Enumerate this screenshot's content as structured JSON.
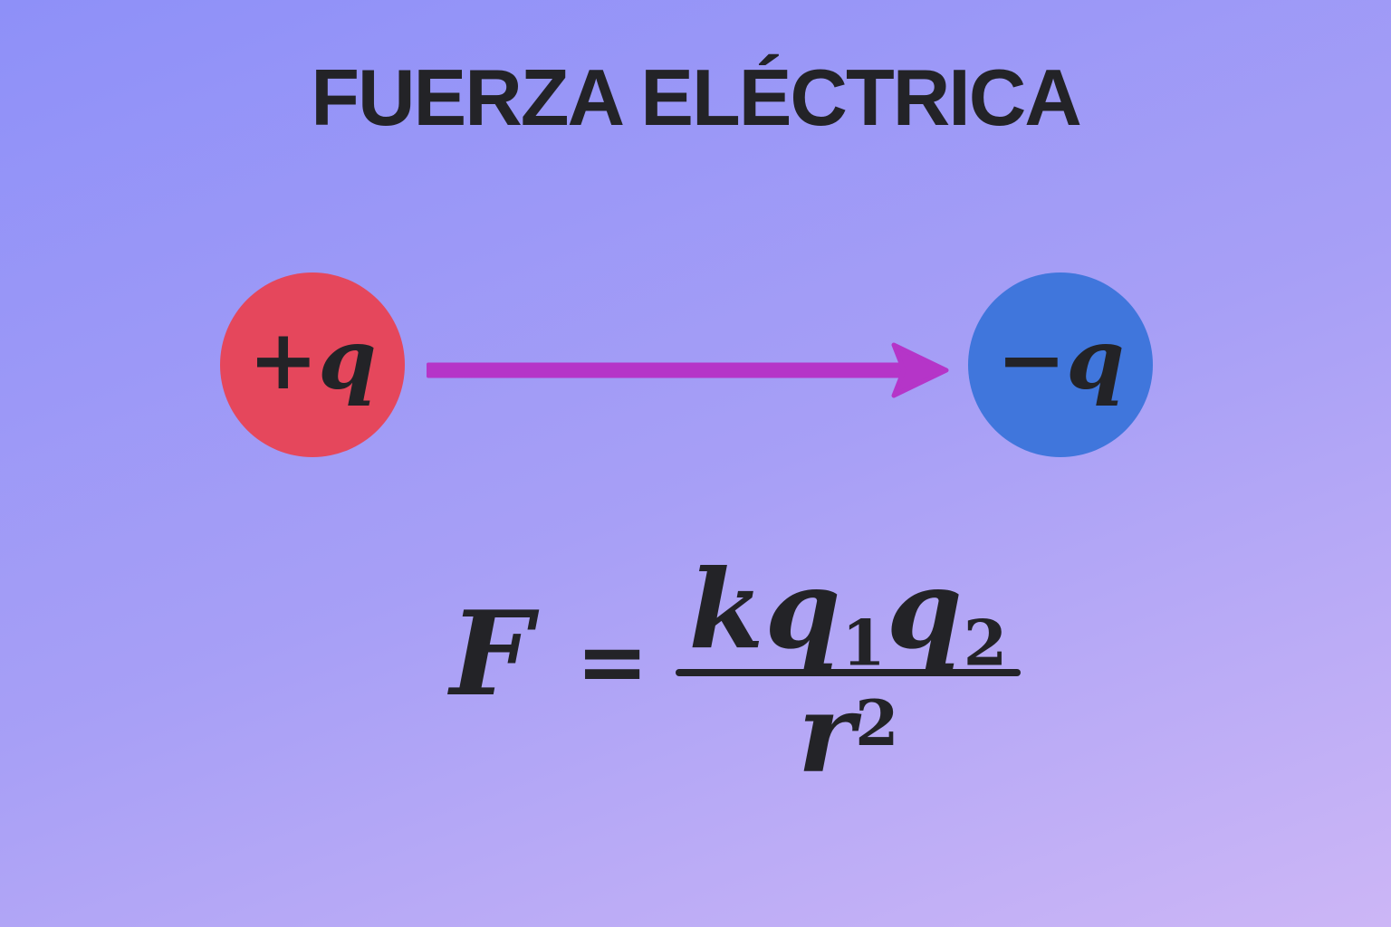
{
  "title": "FUERZA ELÉCTRICA",
  "diagram": {
    "positive_charge_label": "+q",
    "negative_charge_label": "−q",
    "arrow_direction": "left-to-right"
  },
  "formula": {
    "lhs": "F",
    "relation": "=",
    "k": "k",
    "q1_base": "q",
    "q1_sub": "1",
    "q2_base": "q",
    "q2_sub": "2",
    "r_base": "r",
    "r_exp": "2",
    "reading": "F = kq₁q₂ / r²"
  },
  "colors": {
    "background_top": "#8e90f8",
    "background_mid": "#a79ff6",
    "background_bottom": "#ccb6f6",
    "positive_charge": "#e5475c",
    "negative_charge": "#4076dc",
    "arrow": "#b535c8",
    "text": "#232327"
  }
}
